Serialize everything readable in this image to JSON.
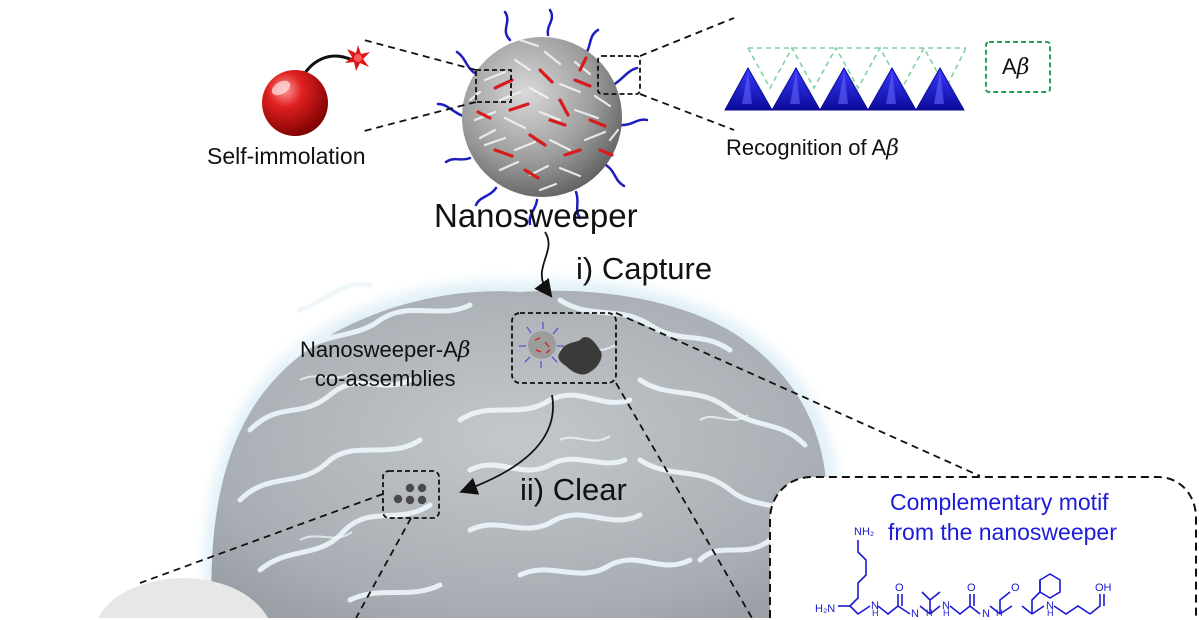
{
  "labels": {
    "self_immolation": "Self-immolation",
    "recognition": "Recognition of A",
    "recognition_beta": "β",
    "abeta_box_a": "A",
    "abeta_box_beta": "β",
    "nanosweeper": "Nanosweeper",
    "capture": "i) Capture",
    "coassembly_line1_a": "Nanosweeper-A",
    "coassembly_line1_beta": "β",
    "coassembly_line2": "co-assemblies",
    "clear": "ii) Clear",
    "motif_line1": "Complementary motif",
    "motif_line2": "from the nanosweeper"
  },
  "chem_labels": {
    "nh2_top": "NH₂",
    "h2n": "H₂N",
    "n1": "N",
    "n2": "N",
    "n3": "N",
    "n4": "N",
    "n5": "N",
    "h1": "H",
    "h2": "H",
    "h3": "H",
    "h4": "H",
    "h5": "H",
    "o1": "O",
    "o2": "O",
    "o3": "O",
    "o4": "O",
    "oh": "OH"
  },
  "colors": {
    "motif_blue": "#1c1cd9",
    "recognition_green": "#2ca05a",
    "bomb_red": "#d81818",
    "peptide_blue": "#1a1ad0",
    "dash": "#111111"
  }
}
